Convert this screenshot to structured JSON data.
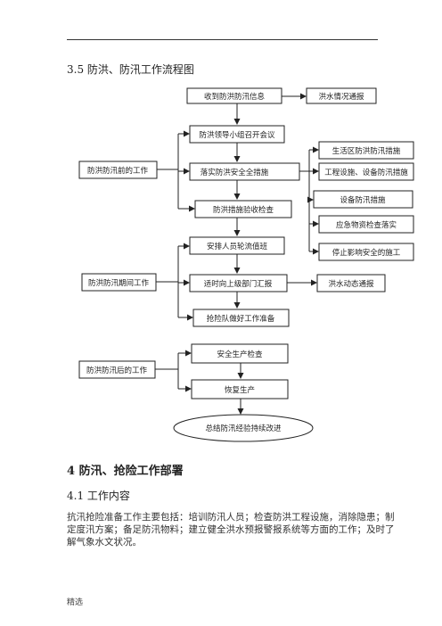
{
  "section_title": "3.5 防洪、防汛工作流程图",
  "flowchart": {
    "receive_info": "收到防洪防汛信息",
    "flood_notice": "洪水情况通报",
    "meeting": "防洪领导小组召开会议",
    "implement": "落实防洪安全全措施",
    "acceptance": "防洪措施验收检查",
    "duty": "安排人员轮流值班",
    "report": "适时向上级部门汇报",
    "rescue": "抢险队做好工作准备",
    "safety_check": "安全生产检查",
    "resume": "恢复生产",
    "summary": "总结防汛经验持续改进",
    "flood_dynamic": "洪水动态通报",
    "measures": [
      "生活区防洪防汛措施",
      "工程设施、设备防汛措施",
      "设备防汛措施",
      "应急物资检查落实",
      "停止影响安全的施工"
    ],
    "phase_before": "防洪防汛前的工作",
    "phase_during": "防洪防汛期间工作",
    "phase_after": "防洪防汛后的工作"
  },
  "heading_4": "4  防汛、抢险工作部署",
  "heading_4_1": "4.1  工作内容",
  "paragraph_lines": [
    "抗汛抢险准备工作主要包括：培训防汛人员；检查防洪工程设施，消除隐患；制",
    "定度汛方案；备足防汛物料；建立健全洪水预报警报系统等方面的工作；及时了",
    "解气象水文状况。"
  ],
  "footer": "精选"
}
